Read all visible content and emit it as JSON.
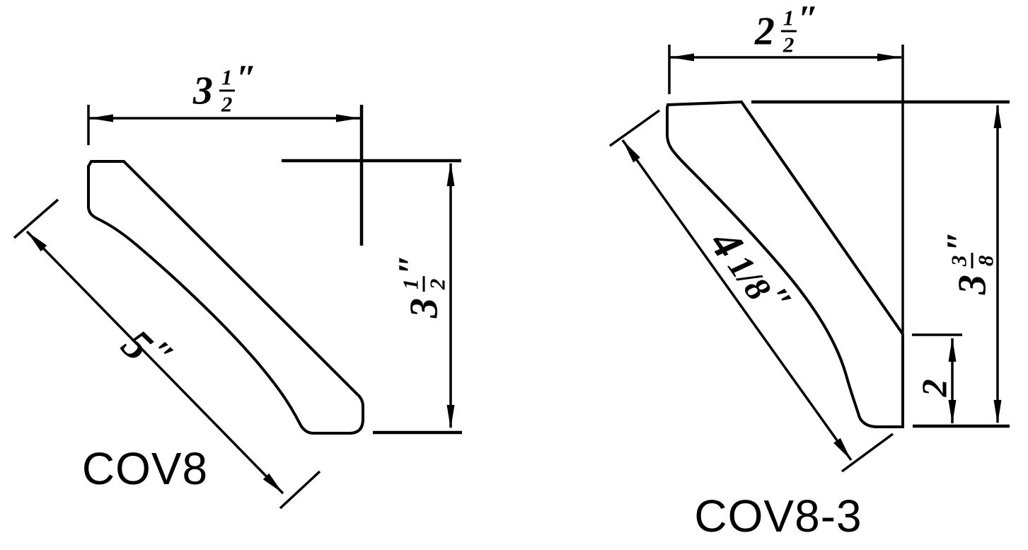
{
  "background": "#ffffff",
  "line_color": "#000000",
  "drawings": {
    "cov8": {
      "label": "COV8",
      "top_width": {
        "whole": "3",
        "numerator": "1",
        "denominator": "2",
        "unit": "″"
      },
      "side_height": {
        "whole": "3",
        "numerator": "1",
        "denominator": "2",
        "unit": "″"
      },
      "face_length": {
        "whole": "5",
        "unit": "″"
      }
    },
    "cov8_3": {
      "label": "COV8-3",
      "top_width": {
        "whole": "2",
        "numerator": "1",
        "denominator": "2",
        "unit": "″"
      },
      "side_height": {
        "whole": "3",
        "numerator": "3",
        "denominator": "8",
        "unit": "″"
      },
      "face_length": {
        "whole": "4",
        "inline_fraction": "1/8",
        "unit": "″"
      },
      "wall_inset": {
        "whole": "2"
      }
    }
  }
}
